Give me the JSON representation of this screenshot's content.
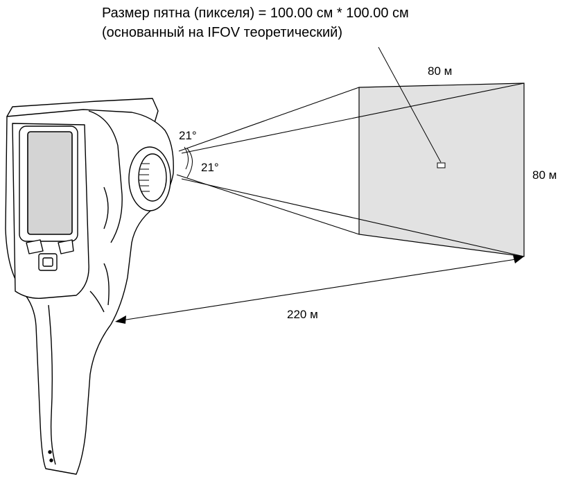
{
  "diagram": {
    "caption_line1": "Размер пятна (пикселя) = 100.00 см * 100.00 см",
    "caption_line2": "(основанный на IFOV теоретический)",
    "width_label": "80 м",
    "height_label": "80 м",
    "angle_horizontal": "21°",
    "angle_vertical": "21°",
    "distance_label": "220 м"
  },
  "colors": {
    "target_fill": "#e2e2e2",
    "line": "#000000"
  }
}
